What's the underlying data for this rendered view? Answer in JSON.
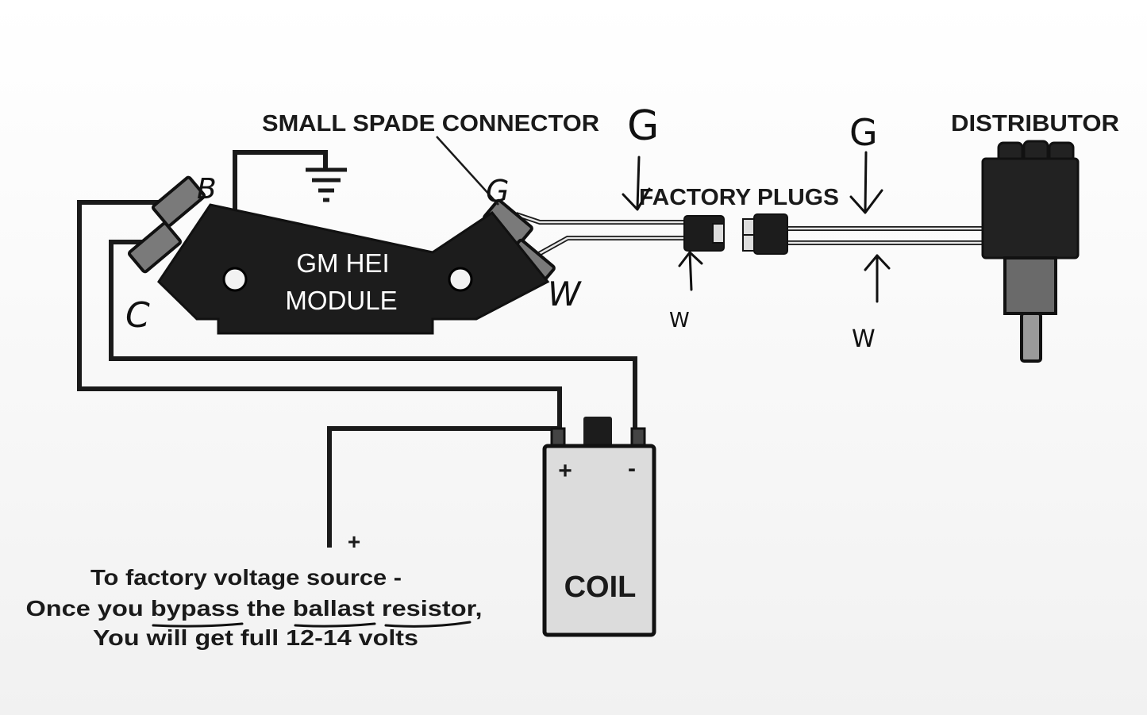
{
  "labels": {
    "small_spade_connector": "SMALL SPADE CONNECTOR",
    "distributor": "DISTRIBUTOR",
    "factory_plugs": "FACTORY PLUGS",
    "module_line1": "GM HEI",
    "module_line2": "MODULE",
    "coil": "COIL",
    "coil_plus": "+",
    "coil_minus": "-",
    "source_plus": "+"
  },
  "note": {
    "line1": "To factory voltage source -",
    "line2_a": "Once you ",
    "line2_bypass": "bypass",
    "line2_b": " the ",
    "line2_ballast": "ballast",
    "line2_c": " ",
    "line2_resistor": "resistor",
    "line2_d": ",",
    "line3": "You will get full 12-14 volts"
  },
  "handwriting": {
    "module_b": "B",
    "module_c": "C",
    "module_g": "G",
    "module_w": "W",
    "plug_left_g": "G",
    "plug_left_w": "W",
    "plug_right_g": "G",
    "plug_right_w": "W"
  },
  "colors": {
    "ink": "#1a1a1a",
    "module_fill": "#1c1c1c",
    "terminal_fill": "#7a7a7a",
    "coil_fill": "#dcdcdc",
    "distributor_cap": "#222222",
    "distributor_body": "#6a6a6a"
  }
}
